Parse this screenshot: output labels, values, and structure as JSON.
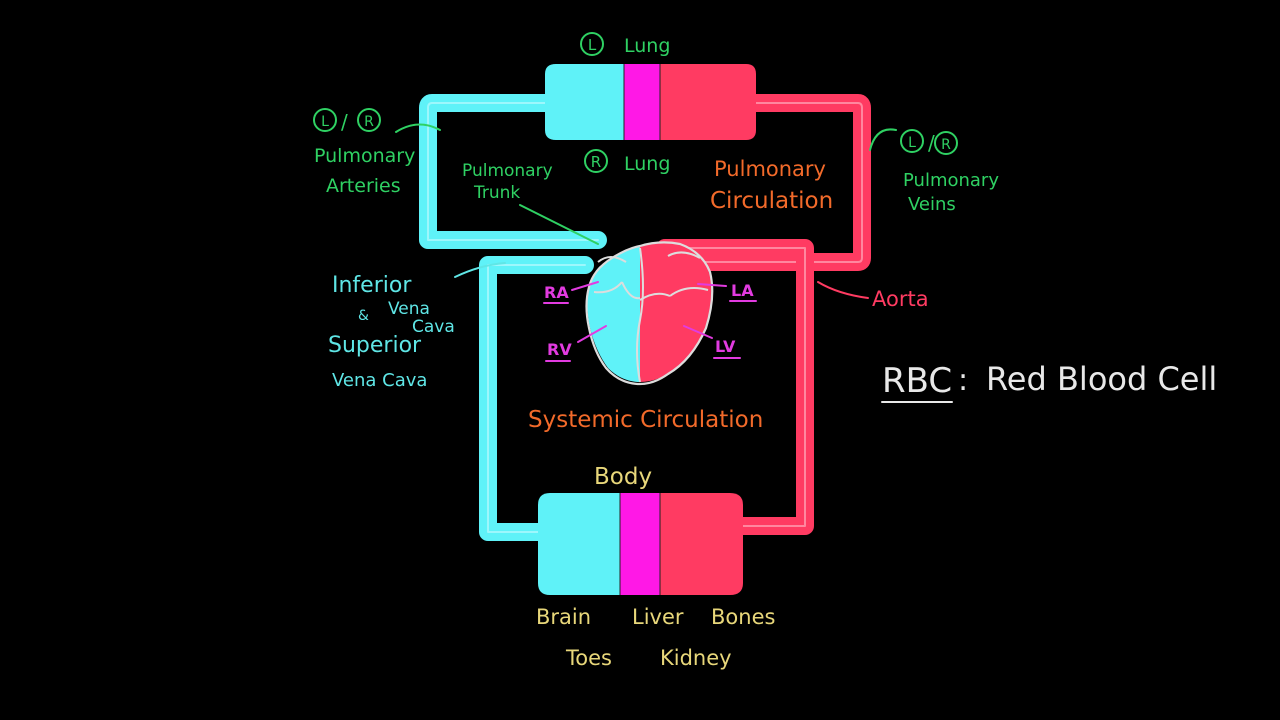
{
  "colors": {
    "background": "#000000",
    "deoxygenated": "#5FF2F8",
    "oxygenated": "#FF3B62",
    "exchange": "#FF18E6",
    "label_green": "#2FD163",
    "label_cyan": "#5FE6E6",
    "label_magenta": "#E23BE0",
    "label_orange": "#F26A2A",
    "label_red": "#FF3B62",
    "label_yellow": "#E8D77A",
    "label_white": "#E8E8E8",
    "heart_outline": "#DDDDDD"
  },
  "labels": {
    "lung_left_circle": "L",
    "lung_left": "Lung",
    "lung_right_circle": "R",
    "lung_right": "Lung",
    "pulm_art_l": "L",
    "pulm_art_sep": "/",
    "pulm_art_r": "R",
    "pulm_art_line1": "Pulmonary",
    "pulm_art_line2": "Arteries",
    "pulm_trunk_line1": "Pulmonary",
    "pulm_trunk_line2": "Trunk",
    "pulm_circ_line1": "Pulmonary",
    "pulm_circ_line2": "Circulation",
    "pulm_vein_l": "L",
    "pulm_vein_sep": "/",
    "pulm_vein_r": "R",
    "pulm_vein_line1": "Pulmonary",
    "pulm_vein_line2": "Veins",
    "inferior": "Inferior",
    "amp": "&",
    "vena": "Vena",
    "cava": "Cava",
    "superior": "Superior",
    "vena_cava": "Vena Cava",
    "aorta": "Aorta",
    "ra": "RA",
    "la": "LA",
    "rv": "RV",
    "lv": "LV",
    "systemic": "Systemic Circulation",
    "body": "Body",
    "brain": "Brain",
    "liver": "Liver",
    "bones": "Bones",
    "toes": "Toes",
    "kidney": "Kidney",
    "rbc_abbr": "RBC",
    "rbc_colon": ":",
    "rbc_def": "Red Blood Cell"
  }
}
